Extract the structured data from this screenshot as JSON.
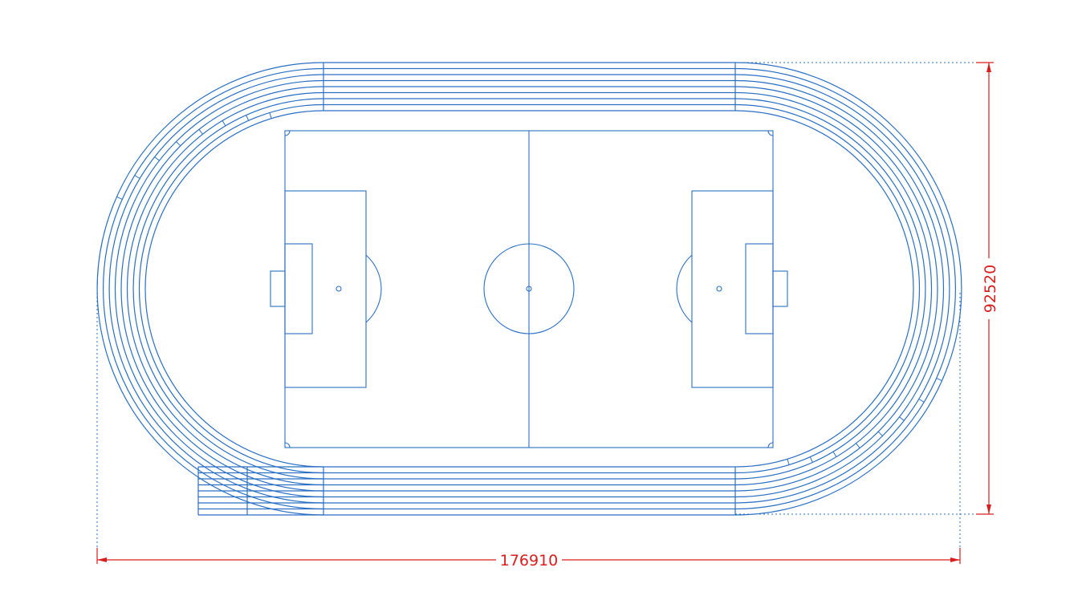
{
  "drawing": {
    "type": "running-track-with-football-field",
    "lanes": 8,
    "dimensions": {
      "overall_length": "176910",
      "overall_width": "92520"
    },
    "colors": {
      "linework": "#2a6fc4",
      "dimension": "#d81e1e",
      "background": "#ffffff"
    }
  }
}
